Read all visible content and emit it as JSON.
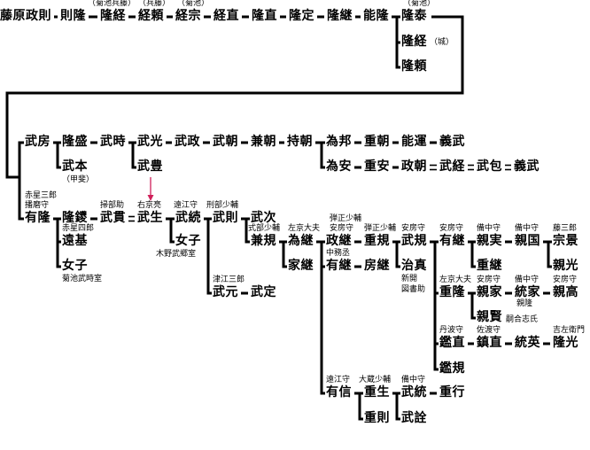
{
  "nodes": {
    "masanori": {
      "name": "藤原政則"
    },
    "noritaka": {
      "name": "則隆"
    },
    "takatsune1": {
      "name": "隆経",
      "title": "（菊池兵藤）"
    },
    "tsuneyori": {
      "name": "経頼",
      "title": "（兵藤）"
    },
    "tsunemune": {
      "name": "経宗",
      "title": "（菊池）"
    },
    "tsunenao": {
      "name": "経直"
    },
    "takanao": {
      "name": "隆直"
    },
    "takasada": {
      "name": "隆定"
    },
    "takatsugu": {
      "name": "隆継"
    },
    "yoshitaka": {
      "name": "能隆"
    },
    "takayasu": {
      "name": "隆泰",
      "title": "（菊池）"
    },
    "takatsune2": {
      "name": "隆経",
      "title": "（城）"
    },
    "takayori": {
      "name": "隆頼"
    },
    "takefusa": {
      "name": "武房"
    },
    "takamori": {
      "name": "隆盛"
    },
    "takemoto": {
      "name": "武本",
      "title": "（甲斐）"
    },
    "taketoki": {
      "name": "武時"
    },
    "takemitsu": {
      "name": "武光"
    },
    "taketoyo": {
      "name": "武豊"
    },
    "takemasa": {
      "name": "武政"
    },
    "taketomo": {
      "name": "武朝"
    },
    "kanetomo": {
      "name": "兼朝"
    },
    "mochitomo": {
      "name": "持朝"
    },
    "tamekuni": {
      "name": "為邦"
    },
    "shigetomo": {
      "name": "重朝"
    },
    "yoshiyuki": {
      "name": "能運"
    },
    "yoshitake1": {
      "name": "義武"
    },
    "tameyasu": {
      "name": "為安"
    },
    "shigeyasu": {
      "name": "重安"
    },
    "masatomo": {
      "name": "政朝"
    },
    "taketsune": {
      "name": "武経"
    },
    "takekane": {
      "name": "武包"
    },
    "yoshitake2": {
      "name": "義武"
    },
    "aritaka": {
      "name": "有隆",
      "title": "赤星三郎",
      "title2": "播磨守"
    },
    "takaban": {
      "name": "隆鑁"
    },
    "tomomoto": {
      "name": "遠基",
      "title": "赤星四郎"
    },
    "joshi1": {
      "name": "女子",
      "title": "菊池武時室"
    },
    "takenuki": {
      "name": "武貫",
      "title": "掃部助"
    },
    "takeo": {
      "name": "武生",
      "title": "右京亮"
    },
    "takemune1": {
      "name": "武続",
      "title": "遠江守"
    },
    "joshi2": {
      "name": "女子",
      "title": "木野武郷室"
    },
    "takenori": {
      "name": "武則",
      "title": "刑部少輔"
    },
    "taketsugu": {
      "name": "武次"
    },
    "kanenori": {
      "name": "兼規",
      "title": "式部少輔"
    },
    "takemoto2": {
      "name": "武元",
      "title": "津江三郎"
    },
    "takesada": {
      "name": "武定"
    },
    "tametsugu": {
      "name": "為継",
      "title": "左京大夫"
    },
    "ietsugu": {
      "name": "家継"
    },
    "masatsugu": {
      "name": "政継",
      "title": "弾正少輔",
      "title2": "安房守"
    },
    "shigenori": {
      "name": "重規",
      "title": "弾正少輔"
    },
    "takenori2": {
      "name": "武規",
      "title": "安房守"
    },
    "harusane": {
      "name": "治真",
      "title": "新開",
      "title2": "図書助"
    },
    "aritsugu1": {
      "name": "有継",
      "title": "中務丞"
    },
    "fusatsugu": {
      "name": "房継"
    },
    "aritsugu2": {
      "name": "有継",
      "title": "安房守"
    },
    "chikazane": {
      "name": "親実",
      "title": "備中守"
    },
    "chikakuni": {
      "name": "親国",
      "title": "備中守"
    },
    "munekage": {
      "name": "宗景",
      "title": "藤三郎"
    },
    "shigetsugu": {
      "name": "重継"
    },
    "chikamitsu": {
      "name": "親光"
    },
    "shigetaka": {
      "name": "重隆",
      "title": "左京大夫"
    },
    "chikaie": {
      "name": "親家",
      "title": "安房守"
    },
    "muneie": {
      "name": "統家",
      "title": "備中守",
      "title2": "親隆"
    },
    "chikataka": {
      "name": "親高",
      "title": "安房守"
    },
    "chikakata": {
      "name": "親賢",
      "title": "嗣合志氏"
    },
    "akinao": {
      "name": "鑑直",
      "title": "丹波守"
    },
    "shigenao": {
      "name": "鎮直",
      "title": "佐渡守"
    },
    "munehide": {
      "name": "統英"
    },
    "takamitsu": {
      "name": "隆光",
      "title": "吉左衛門"
    },
    "akinori": {
      "name": "鑑規"
    },
    "arinobu": {
      "name": "有信",
      "title": "遠江守"
    },
    "shigeo": {
      "name": "重生",
      "title": "大蔵少輔"
    },
    "shigenori2": {
      "name": "重則"
    },
    "takemune2": {
      "name": "武統",
      "title": "備中守"
    },
    "takeaki": {
      "name": "武詮"
    },
    "shigeyuki": {
      "name": "重行"
    }
  },
  "colors": {
    "line": "#000000",
    "arrow": "#d0205a"
  }
}
